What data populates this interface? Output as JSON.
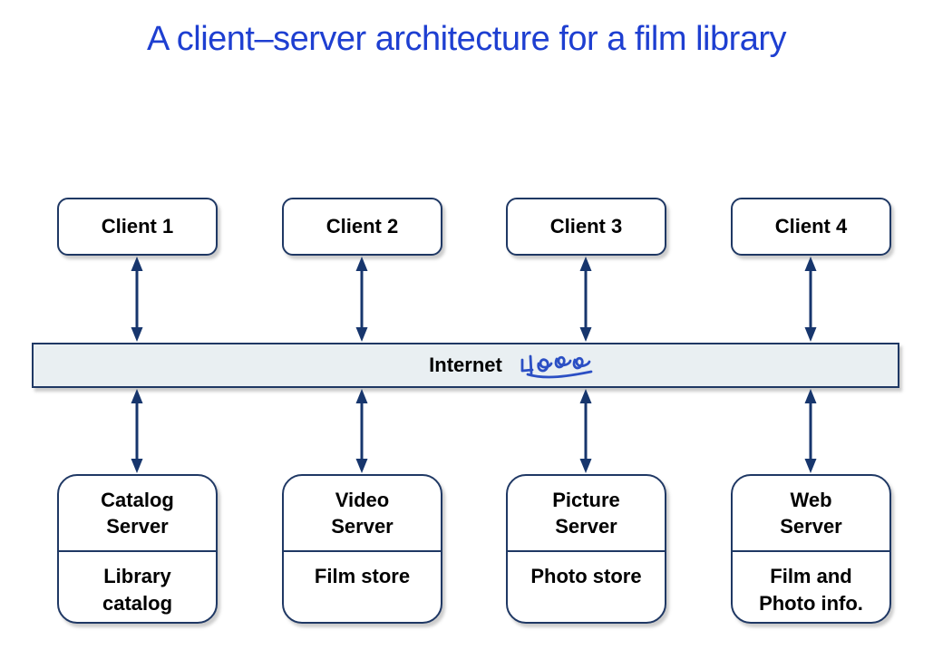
{
  "title": "A client–server architecture for a film library",
  "clients": [
    {
      "label": "Client 1"
    },
    {
      "label": "Client 2"
    },
    {
      "label": "Client 3"
    },
    {
      "label": "Client 4"
    }
  ],
  "internet": {
    "label": "Internet",
    "annotation_icon": "handwritten-scribble-annotation"
  },
  "servers": [
    {
      "name_line1": "Catalog",
      "name_line2": "Server",
      "store_line1": "Library",
      "store_line2": "catalog"
    },
    {
      "name_line1": "Video",
      "name_line2": "Server",
      "store_line1": "Film store",
      "store_line2": ""
    },
    {
      "name_line1": "Picture",
      "name_line2": "Server",
      "store_line1": "Photo store",
      "store_line2": ""
    },
    {
      "name_line1": "Web",
      "name_line2": "Server",
      "store_line1": "Film and",
      "store_line2": "Photo info."
    }
  ],
  "colors": {
    "title_blue": "#1e3fd1",
    "border_navy": "#1f3864",
    "arrow_navy": "#17366d",
    "bar_fill": "#e9eff2",
    "annotation_blue": "#2b4fc4",
    "text_black": "#000000"
  }
}
